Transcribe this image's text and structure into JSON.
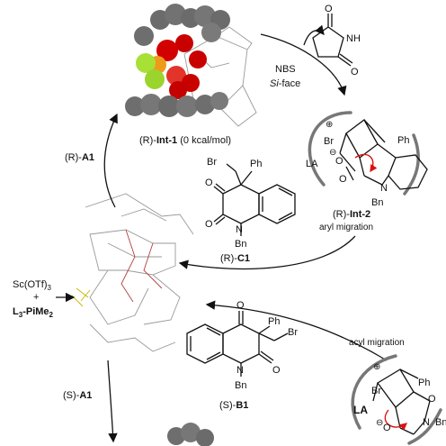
{
  "labels": {
    "int1_prefix": "(R)-",
    "int1_bold": "Int-1",
    "int1_energy": " (0 kcal/mol)",
    "nbs": "NBS",
    "si_face_italic": "Si",
    "si_face_rest": "-face",
    "ra1_prefix": "(R)-",
    "ra1_bold": "A1",
    "sa1_prefix": "(S)-",
    "sa1_bold": "A1",
    "int2_prefix": "(R)-",
    "int2_bold": "Int-2",
    "aryl_migration": "aryl migration",
    "acyl_migration": "acyl migration",
    "rc1_prefix": "(R)-",
    "rc1_bold": "C1",
    "sb1_prefix": "(S)-",
    "sb1_bold": "B1",
    "catalyst_1": "Sc(OTf)",
    "catalyst_1_sub": "3",
    "plus": "+",
    "ligand": "L",
    "ligand_sub1": "3",
    "ligand_mid": "-PiMe",
    "ligand_sub2": "2"
  },
  "atoms": {
    "br": "Br",
    "ph": "Ph",
    "o": "O",
    "n": "N",
    "bn": "Bn",
    "nh": "NH",
    "la": "LA",
    "plus": "⊕",
    "minus": "⊖"
  }
}
